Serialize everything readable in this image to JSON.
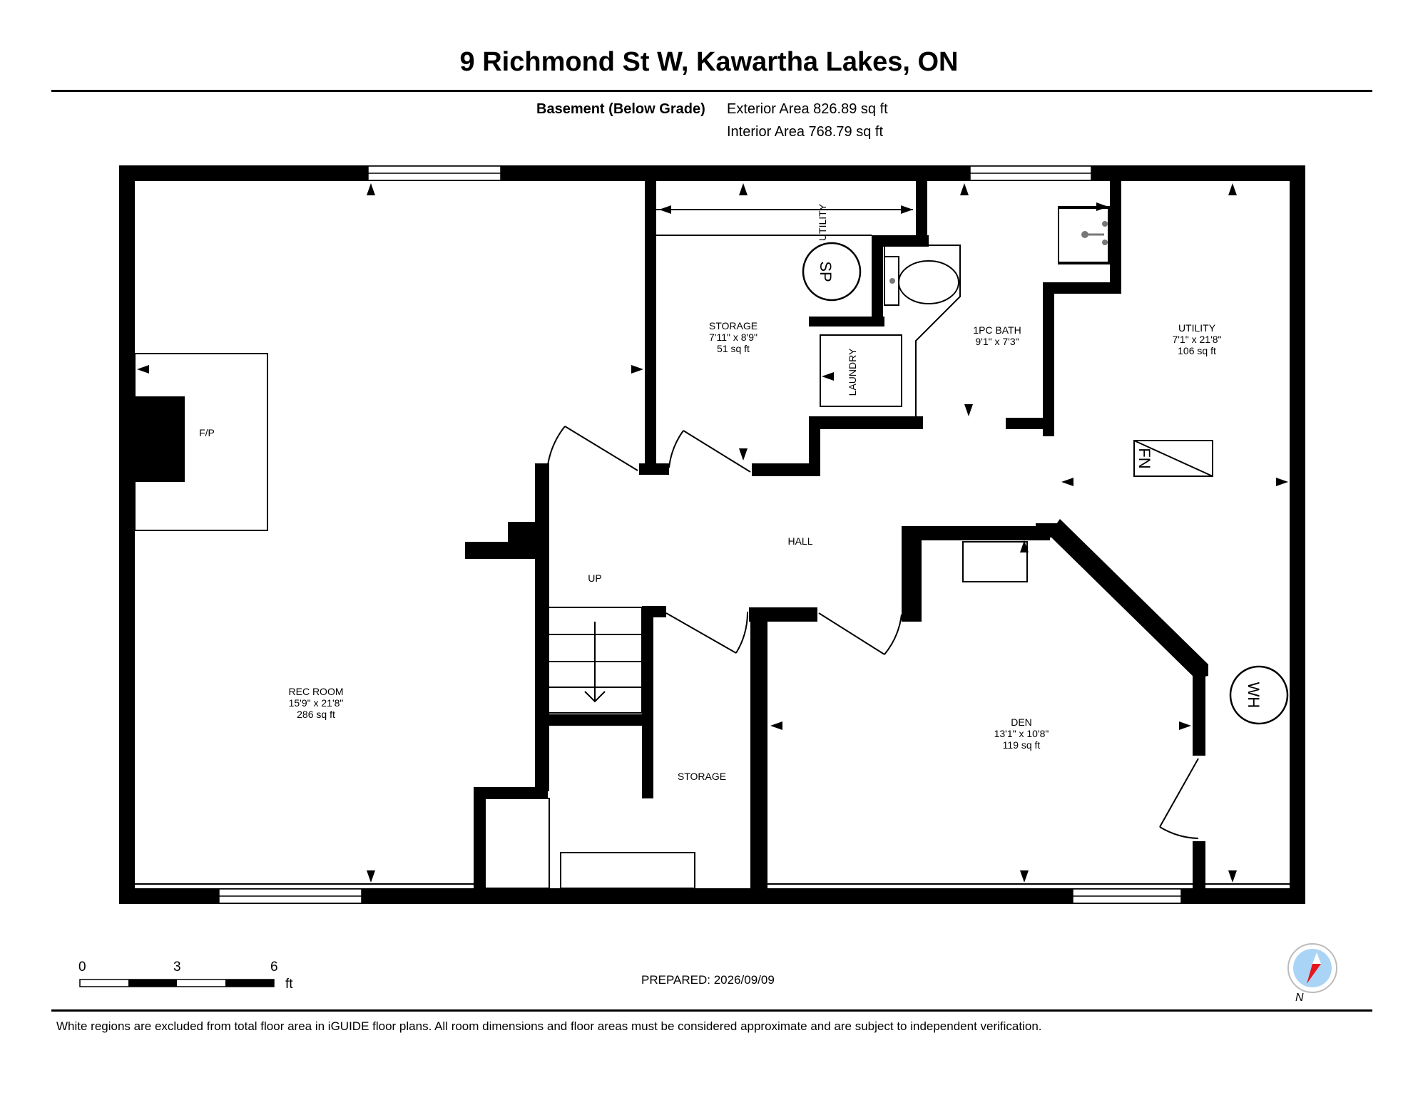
{
  "header": {
    "title": "9 Richmond St W, Kawartha Lakes, ON"
  },
  "floor": {
    "name": "Basement (Below Grade)",
    "exterior_area": "Exterior Area 826.89 sq ft",
    "interior_area": "Interior Area 768.79 sq ft"
  },
  "rooms": {
    "rec_room": {
      "name": "REC ROOM",
      "dims": "15'9\" x 21'8\"",
      "area": "286 sq ft"
    },
    "storage_top": {
      "name": "STORAGE",
      "dims": "7'11\" x 8'9\"",
      "area": "51 sq ft"
    },
    "bath": {
      "name": "1PC BATH",
      "dims": "9'1\" x 7'3\""
    },
    "utility": {
      "name": "UTILITY",
      "dims": "7'1\" x 21'8\"",
      "area": "106 sq ft"
    },
    "den": {
      "name": "DEN",
      "dims": "13'1\" x 10'8\"",
      "area": "119 sq ft"
    },
    "hall": {
      "name": "HALL"
    },
    "storage_bottom": {
      "name": "STORAGE"
    },
    "up": {
      "name": "UP"
    }
  },
  "fixtures": {
    "fireplace": "F/P",
    "utility_label": "UTILITY",
    "sump_pump": "SP",
    "laundry": "LAUNDRY",
    "furnace": "FN",
    "water_heater": "WH"
  },
  "scale": {
    "ticks": [
      "0",
      "3",
      "6"
    ],
    "unit": "ft"
  },
  "footer": {
    "prepared": "PREPARED: 2026/09/09",
    "disclaimer": "White regions are excluded from total floor area in iGUIDE floor plans. All room dimensions and floor areas must be considered approximate and are subject to independent verification."
  },
  "compass": {
    "label": "N",
    "colors": {
      "face": "#a9d4f5",
      "needle": "#e8151b"
    }
  }
}
